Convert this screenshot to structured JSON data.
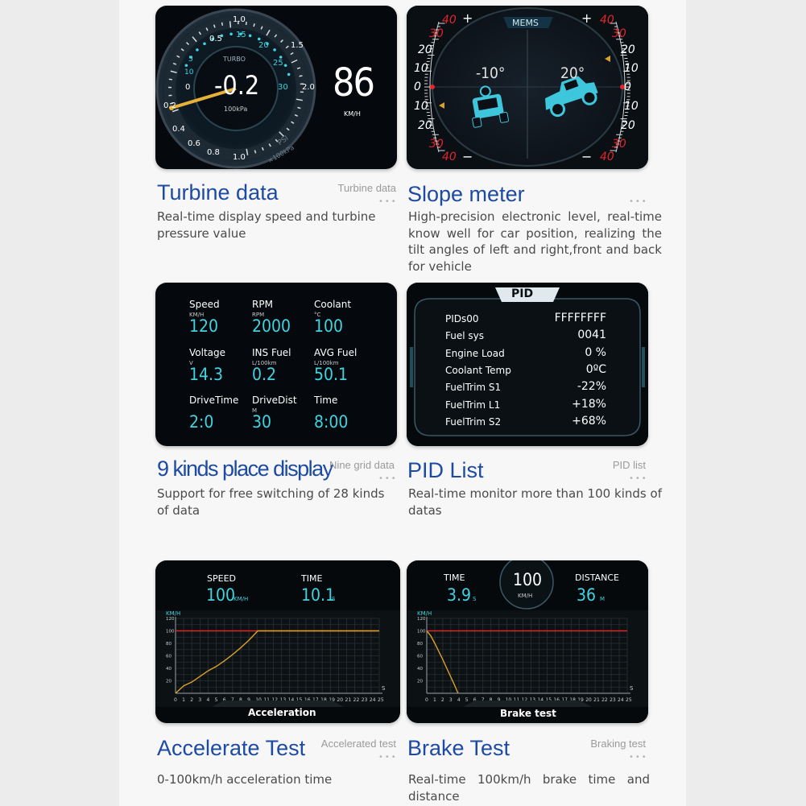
{
  "colors": {
    "title_blue": "#1d4aa3",
    "cyan": "#3fd4df",
    "red": "#e0262b",
    "amber": "#d8a12a"
  },
  "turbine": {
    "gauge_label": "TURBO",
    "value": "-0.2",
    "unit": "100kPa",
    "psi_label": "PSI",
    "kpa_label": "×100kPa",
    "speed": "86",
    "speed_unit": "KM/H",
    "psi_ticks": [
      "0.5",
      "1.0",
      "15",
      "20",
      "25",
      "30"
    ],
    "kpa_ticks": [
      "0",
      "0.2",
      "0.4",
      "0.6",
      "0.8",
      "1.0",
      "1.5",
      "2.0",
      "1.0"
    ],
    "left_ticks": [
      "5",
      "10",
      "0",
      "0.5",
      "1.0"
    ],
    "title": "Turbine data",
    "subtitle": "Turbine data",
    "description": "Real-time display speed and turbine pressure value"
  },
  "slope": {
    "header": "MEMS",
    "left_angle": "-10°",
    "right_angle": "20°",
    "scale_left": [
      "40",
      "30",
      "20",
      "10",
      "0",
      "10",
      "20",
      "30",
      "40"
    ],
    "scale_right": [
      "40",
      "30",
      "20",
      "10",
      "0",
      "10",
      "20",
      "30",
      "40"
    ],
    "plus": "+",
    "minus": "−",
    "title": "Slope meter",
    "description": "High-precision electronic level, real-time know well for car position, realizing the tilt angles of left and right,front and back for vehicle"
  },
  "grid": {
    "cells": [
      {
        "label": "Speed",
        "unit": "KM/H",
        "value": "120"
      },
      {
        "label": "RPM",
        "unit": "RPM",
        "value": "2000"
      },
      {
        "label": "Coolant",
        "unit": "°C",
        "value": "100"
      },
      {
        "label": "Voltage",
        "unit": "V",
        "value": "14.3"
      },
      {
        "label": "INS Fuel",
        "unit": "L/100km",
        "value": "0.2"
      },
      {
        "label": "AVG Fuel",
        "unit": "L/100km",
        "value": "50.1"
      },
      {
        "label": "DriveTime",
        "unit": "",
        "value": "2:0"
      },
      {
        "label": "DriveDist",
        "unit": "M",
        "value": "30"
      },
      {
        "label": "Time",
        "unit": "",
        "value": "8:00"
      }
    ],
    "title": "9 kinds place display",
    "subtitle": "Nine grid data",
    "description": "Support for free switching of 28 kinds of data"
  },
  "pid": {
    "header": "PID",
    "rows": [
      {
        "key": "PIDs00",
        "value": "FFFFFFFF"
      },
      {
        "key": "Fuel sys",
        "value": "0041"
      },
      {
        "key": "Engine Load",
        "value": "0 %"
      },
      {
        "key": "Coolant Temp",
        "value": "0ºC"
      },
      {
        "key": "FuelTrim S1",
        "value": "-22%"
      },
      {
        "key": "FuelTrim L1",
        "value": "+18%"
      },
      {
        "key": "FuelTrim S2",
        "value": "+68%"
      }
    ],
    "title": "PID List",
    "subtitle": "PID list",
    "description": "Real-time monitor more than 100 kinds of datas"
  },
  "accel": {
    "speed_label": "SPEED",
    "speed_value": "100",
    "speed_unit": "KM/H",
    "time_label": "TIME",
    "time_value": "10.1",
    "time_unit": "S",
    "footer": "Acceleration",
    "title": "Accelerate Test",
    "subtitle": "Accelerated test",
    "description": "0-100km/h acceleration time"
  },
  "brake": {
    "time_label": "TIME",
    "time_value": "3.9",
    "time_unit": "S",
    "center_value": "100",
    "center_unit": "KM/H",
    "distance_label": "DISTANCE",
    "distance_value": "36",
    "distance_unit": "M",
    "footer": "Brake test",
    "title": "Brake Test",
    "subtitle": "Braking test",
    "description": "Real-time 100km/h brake time and distance"
  },
  "chart_axis": {
    "y_unit": "KM/H",
    "x_unit": "S",
    "y_ticks": [
      "100",
      "80",
      "60",
      "40",
      "20"
    ],
    "y_top": "120",
    "x_ticks": [
      "0",
      "1",
      "2",
      "3",
      "4",
      "5",
      "6",
      "7",
      "8",
      "9",
      "10",
      "11",
      "12",
      "13",
      "14",
      "15",
      "16",
      "17",
      "18",
      "19",
      "20",
      "21",
      "22",
      "23",
      "24",
      "25"
    ]
  },
  "chart_data": [
    {
      "type": "line",
      "title": "Acceleration",
      "ylabel": "KM/H",
      "xlabel": "S",
      "xlim": [
        0,
        25
      ],
      "ylim": [
        0,
        120
      ],
      "series": [
        {
          "x": [
            0,
            1,
            2,
            3,
            4,
            5,
            6,
            7,
            8,
            9,
            10.1,
            25
          ],
          "y": [
            0,
            12,
            18,
            27,
            36,
            43,
            52,
            62,
            73,
            85,
            100,
            100
          ]
        },
        {
          "x": [
            0,
            25
          ],
          "y": [
            100,
            100
          ]
        }
      ]
    },
    {
      "type": "line",
      "title": "Brake test",
      "ylabel": "KM/H",
      "xlabel": "S",
      "xlim": [
        0,
        25
      ],
      "ylim": [
        0,
        120
      ],
      "series": [
        {
          "x": [
            0,
            0.5,
            1,
            1.5,
            2,
            2.5,
            3,
            3.5,
            3.9
          ],
          "y": [
            100,
            92,
            80,
            67,
            54,
            40,
            26,
            12,
            0
          ]
        },
        {
          "x": [
            0,
            25
          ],
          "y": [
            100,
            100
          ]
        }
      ]
    }
  ]
}
